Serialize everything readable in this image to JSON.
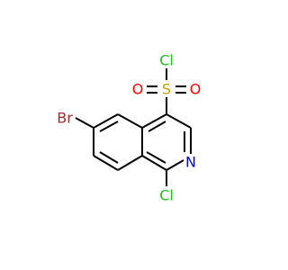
{
  "molecule": {
    "atoms": {
      "cl_top": "Cl",
      "sulfur": "S",
      "o_left": "O",
      "o_right": "O",
      "bromine": "Br",
      "nitrogen": "N",
      "cl_bottom": "Cl"
    },
    "colors": {
      "bond": "#000000",
      "chlorine": "#1fbf1f",
      "sulfur": "#c8a000",
      "oxygen": "#ff0000",
      "bromine": "#a52a2a",
      "nitrogen": "#0000ff"
    }
  }
}
